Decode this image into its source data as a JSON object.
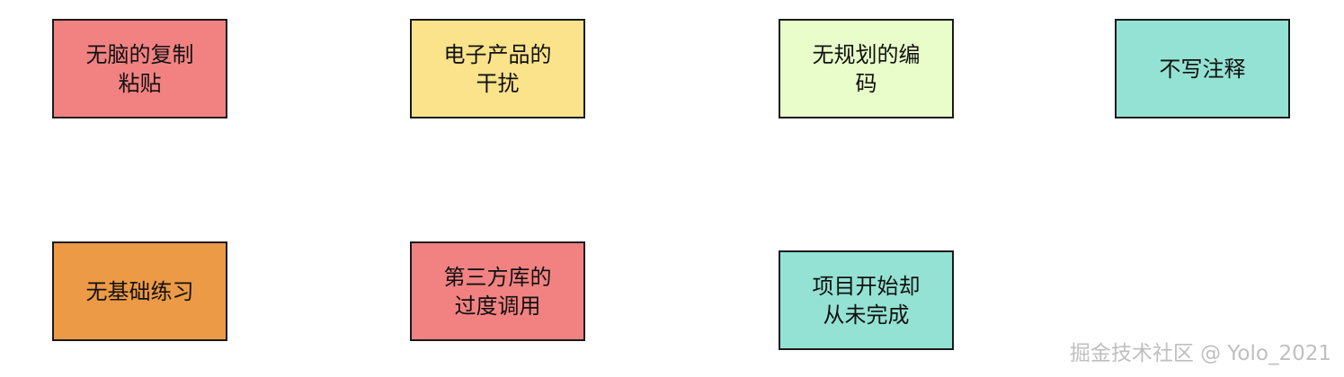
{
  "nodes": [
    {
      "id": "copy-paste",
      "label": "无脑的复制\n粘贴",
      "color": "#f28282"
    },
    {
      "id": "electronics",
      "label": "电子产品的\n干扰",
      "color": "#fae38a"
    },
    {
      "id": "unplanned-coding",
      "label": "无规划的编\n码",
      "color": "#e8fdc9"
    },
    {
      "id": "no-comments",
      "label": "不写注释",
      "color": "#94e2d3"
    },
    {
      "id": "no-basics",
      "label": "无基础练习",
      "color": "#ec9a45"
    },
    {
      "id": "third-party",
      "label": "第三方库的\n过度调用",
      "color": "#f28282"
    },
    {
      "id": "unfinished",
      "label": "项目开始却\n从未完成",
      "color": "#94e2d3"
    }
  ],
  "watermark": "掘金技术社区 @ Yolo_2021"
}
